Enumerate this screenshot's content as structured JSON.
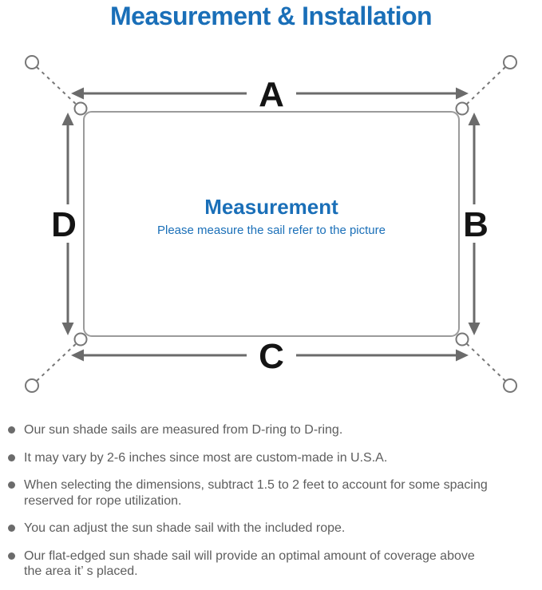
{
  "title": "Measurement & Installation",
  "colors": {
    "accent_blue": "#1a6fb8",
    "diagram_gray": "#777777",
    "arrow_gray": "#6b6b6b",
    "sail_border_gray": "#9b9b9b",
    "note_text_gray": "#5d5d5d",
    "label_black": "#141414"
  },
  "diagram": {
    "labels": {
      "top": "A",
      "right": "B",
      "bottom": "C",
      "left": "D"
    },
    "center_title": "Measurement",
    "center_subtitle": "Please measure the sail refer to the picture"
  },
  "notes": {
    "items": [
      {
        "text": "Our sun shade sails are measured from D-ring to D-ring."
      },
      {
        "text": "It may vary by 2-6 inches since most are custom-made in U.S.A."
      },
      {
        "text": "When selecting the dimensions, subtract 1.5 to 2 feet to account for some spacing\nreserved for rope utilization."
      },
      {
        "text": "You can adjust the sun shade sail with the included rope."
      },
      {
        "text": "Our flat-edged sun shade sail will provide an optimal amount of coverage above\nthe area it’ s placed."
      }
    ]
  }
}
